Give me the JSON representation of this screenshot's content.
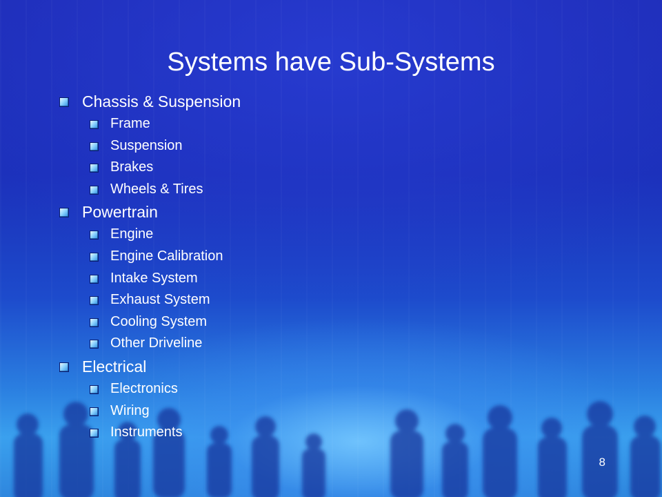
{
  "slide": {
    "title": "Systems have Sub-Systems",
    "page_number": "8",
    "sections": [
      {
        "label": "Chassis & Suspension",
        "items": [
          "Frame",
          "Suspension",
          "Brakes",
          "Wheels & Tires"
        ]
      },
      {
        "label": "Powertrain",
        "items": [
          "Engine",
          "Engine Calibration",
          "Intake System",
          "Exhaust System",
          "Cooling System",
          "Other Driveline"
        ]
      },
      {
        "label": "Electrical",
        "items": [
          "Electronics",
          "Wiring",
          "Instruments"
        ]
      }
    ]
  },
  "colors": {
    "background": "#1d2bb5",
    "glow": "#3aa0ee",
    "text": "#ffffff"
  },
  "icons": {
    "bullet": "square-bullet-icon"
  }
}
